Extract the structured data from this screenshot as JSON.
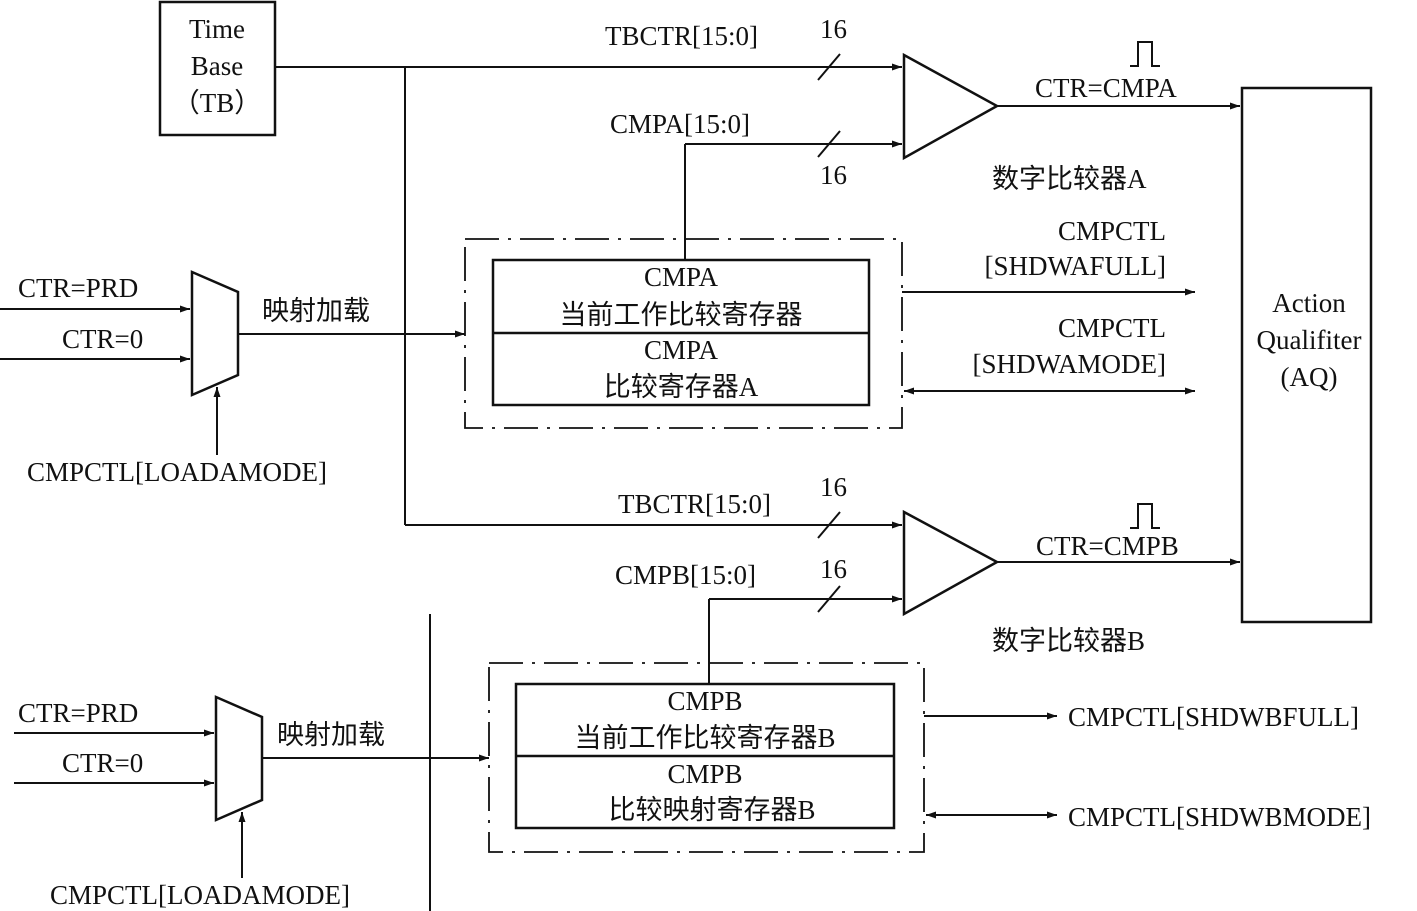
{
  "time_base": {
    "line1": "Time",
    "line2": "Base",
    "line3": "（TB）"
  },
  "aq": {
    "line1": "Action",
    "line2": "Qualifiter",
    "line3": "(AQ)"
  },
  "comparator_a": {
    "tbctr_label": "TBCTR[15:0]",
    "cmp_label": "CMPA[15:0]",
    "bus_width_top": "16",
    "bus_width_bottom": "16",
    "output_label": "CTR=CMPA",
    "name": "数字比较器A"
  },
  "comparator_b": {
    "tbctr_label": "TBCTR[15:0]",
    "cmp_label": "CMPB[15:0]",
    "bus_width_top": "16",
    "bus_width_bottom": "16",
    "output_label": "CTR=CMPB",
    "name": "数字比较器B"
  },
  "mux_a": {
    "input1": "CTR=PRD",
    "input2": "CTR=0",
    "select": "CMPCTL[LOADAMODE]",
    "output": "映射加载"
  },
  "mux_b": {
    "input1": "CTR=PRD",
    "input2": "CTR=0",
    "select": "CMPCTL[LOADAMODE]",
    "output": "映射加载"
  },
  "register_a": {
    "active_l1": "CMPA",
    "active_l2": "当前工作比较寄存器",
    "shadow_l1": "CMPA",
    "shadow_l2": "比较寄存器A",
    "full_l1": "CMPCTL",
    "full_l2": "[SHDWAFULL]",
    "mode_l1": "CMPCTL",
    "mode_l2": "[SHDWAMODE]"
  },
  "register_b": {
    "active_l1": "CMPB",
    "active_l2": "当前工作比较寄存器B",
    "shadow_l1": "CMPB",
    "shadow_l2": "比较映射寄存器B",
    "full": "CMPCTL[SHDWBFULL]",
    "mode": "CMPCTL[SHDWBMODE]"
  }
}
